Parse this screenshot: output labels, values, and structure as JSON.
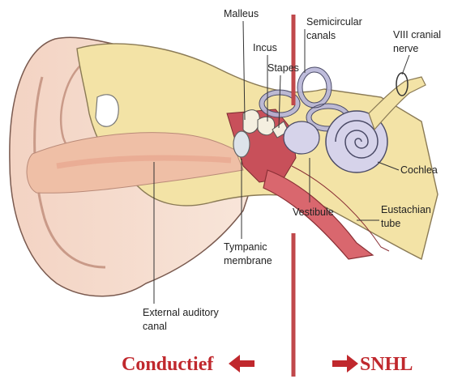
{
  "labels": {
    "malleus": "Malleus",
    "incus": "Incus",
    "stapes": "Stapes",
    "semicircular_line1": "Semicircular",
    "semicircular_line2": "canals",
    "viii_line1": "VIII cranial",
    "viii_line2": "nerve",
    "cochlea": "Cochlea",
    "vestibule": "Vestibule",
    "eustachian_line1": "Eustachian",
    "eustachian_line2": "tube",
    "tympanic_line1": "Tympanic",
    "tympanic_line2": "membrane",
    "external_line1": "External auditory",
    "external_line2": "canal"
  },
  "captions": {
    "left": "Conductief",
    "left_arrow_icon": "arrow-left-icon",
    "right": "SNHL",
    "right_arrow_icon": "arrow-right-icon"
  },
  "colors": {
    "divider": "#c0484b",
    "caption": "#c0282d",
    "skin": "#f6e0d2",
    "bone": "#f3e3a6",
    "canal": "#efbfa6",
    "cochlea": "#d6d3ea",
    "tube": "#d9676e"
  }
}
